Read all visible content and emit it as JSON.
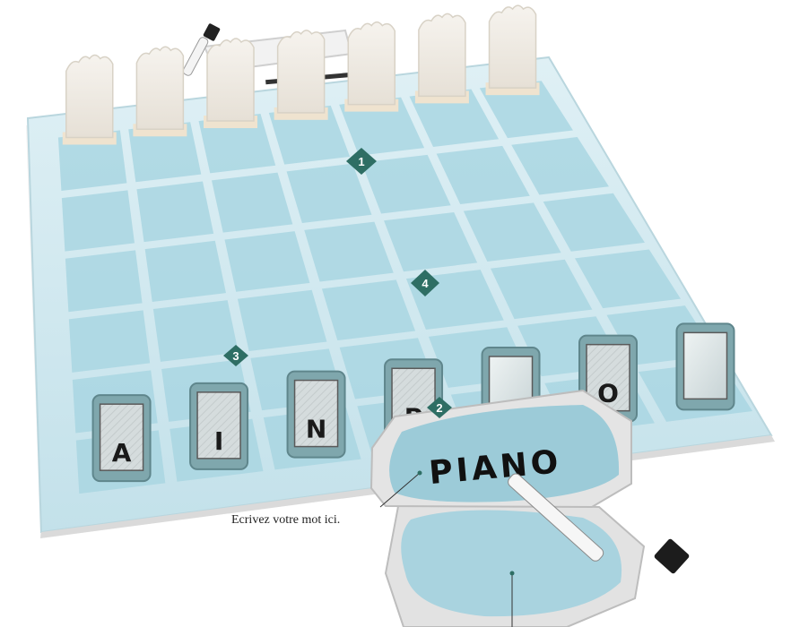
{
  "board": {
    "rows": 6,
    "cols": 7
  },
  "back_row_tiles": 7,
  "front_row_letters": [
    "A",
    "I",
    "N",
    "P",
    "",
    "O",
    ""
  ],
  "markers": [
    {
      "id": "marker-1",
      "label": "1"
    },
    {
      "id": "marker-2",
      "label": "2"
    },
    {
      "id": "marker-3",
      "label": "3"
    },
    {
      "id": "marker-4",
      "label": "4"
    }
  ],
  "whiteboard": {
    "word": "PIANO",
    "caption": "Ecrivez votre mot ici."
  },
  "colors": {
    "board_fill": "#cfe8ef",
    "cell_fill": "#a9d6e2",
    "cell_grout": "#eef8fb",
    "marker": "#2e6e64",
    "tile_frame": "#7fa7ad",
    "tile_face": "#dfe6e7",
    "whiteboard_edge": "#d9d9d9",
    "whiteboard_ice": "#9ccbd8"
  }
}
